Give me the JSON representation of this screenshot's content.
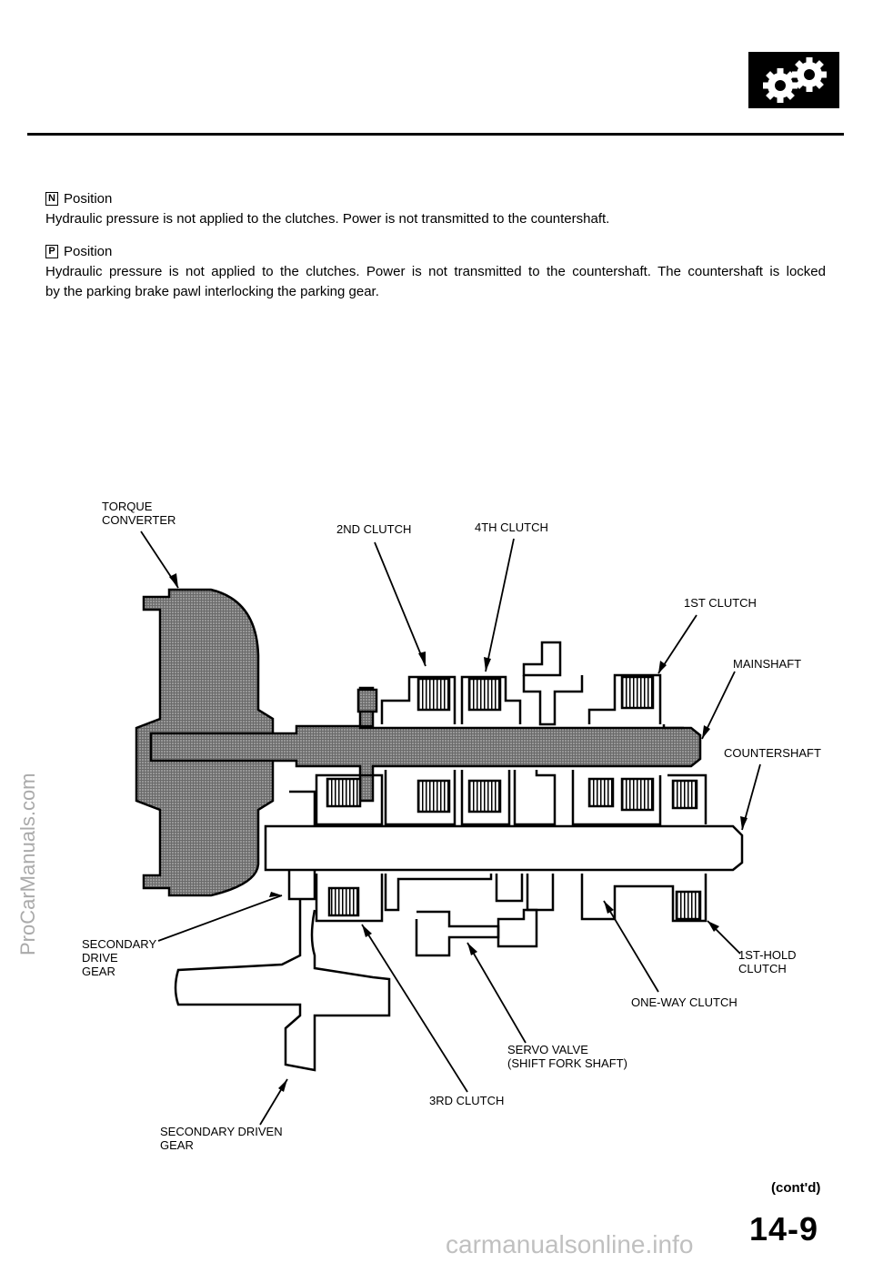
{
  "section": {
    "n_mode": "N",
    "n_heading": "Position",
    "n_text": "Hydraulic pressure is not applied to the clutches. Power is not transmitted to the countershaft.",
    "p_mode": "P",
    "p_heading": "Position",
    "p_text_line1": "Hydraulic pressure is not applied to the clutches. Power is not transmitted to the countershaft. The countershaft is locked",
    "p_text_line2": "by the parking brake pawl interlocking the parking gear."
  },
  "diagram": {
    "labels": {
      "torque_converter_1": "TORQUE",
      "torque_converter_2": "CONVERTER",
      "second_clutch": "2ND CLUTCH",
      "fourth_clutch": "4TH CLUTCH",
      "first_clutch": "1ST CLUTCH",
      "mainshaft": "MAINSHAFT",
      "countershaft": "COUNTERSHAFT",
      "secondary_drive_1": "SECONDARY",
      "secondary_drive_2": "DRIVE",
      "secondary_drive_3": "GEAR",
      "first_hold_1": "1ST-HOLD",
      "first_hold_2": "CLUTCH",
      "one_way_clutch": "ONE-WAY  CLUTCH",
      "servo_valve_1": "SERVO VALVE",
      "servo_valve_2": "(SHIFT FORK SHAFT)",
      "third_clutch": "3RD  CLUTCH",
      "secondary_driven_1": "SECONDARY  DRIVEN",
      "secondary_driven_2": "GEAR"
    }
  },
  "footer": {
    "contd": "(cont'd)",
    "page_number": "14-9"
  },
  "watermarks": {
    "side": "ProCarManuals.com",
    "bottom": "carmanualsonline.info"
  }
}
